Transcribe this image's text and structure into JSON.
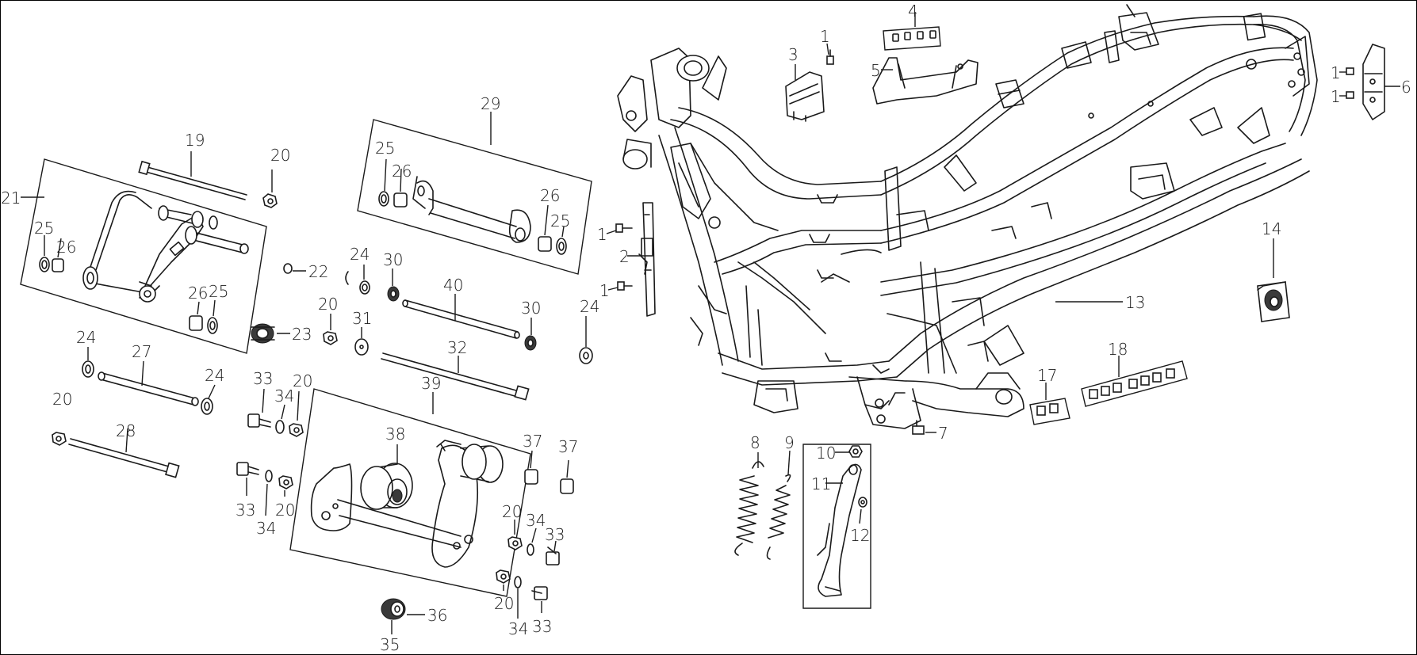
{
  "diagram": {
    "callouts": {
      "c1a": "1",
      "c1b": "1",
      "c1c": "1",
      "c1d": "1",
      "c1e": "1",
      "c2": "2",
      "c3": "3",
      "c4": "4",
      "c5": "5",
      "c6": "6",
      "c7": "7",
      "c8": "8",
      "c9": "9",
      "c10": "10",
      "c11": "11",
      "c12": "12",
      "c13": "13",
      "c14": "14",
      "c17": "17",
      "c18": "18",
      "c19": "19",
      "c20a": "20",
      "c20b": "20",
      "c20c": "20",
      "c20d": "20",
      "c20e": "20",
      "c20f": "20",
      "c20g": "20",
      "c21": "21",
      "c22": "22",
      "c23": "23",
      "c24a": "24",
      "c24b": "24",
      "c24c": "24",
      "c24d": "24",
      "c25a": "25",
      "c25b": "25",
      "c25c": "25",
      "c25d": "25",
      "c26a": "26",
      "c26b": "26",
      "c26c": "26",
      "c26d": "26",
      "c27": "27",
      "c28": "28",
      "c29": "29",
      "c30a": "30",
      "c30b": "30",
      "c31": "31",
      "c32": "32",
      "c33a": "33",
      "c33b": "33",
      "c33c": "33",
      "c33d": "33",
      "c34a": "34",
      "c34b": "34",
      "c34c": "34",
      "c34d": "34",
      "c35": "35",
      "c36": "36",
      "c37a": "37",
      "c37b": "37",
      "c38": "38",
      "c39": "39",
      "c40": "40"
    }
  }
}
